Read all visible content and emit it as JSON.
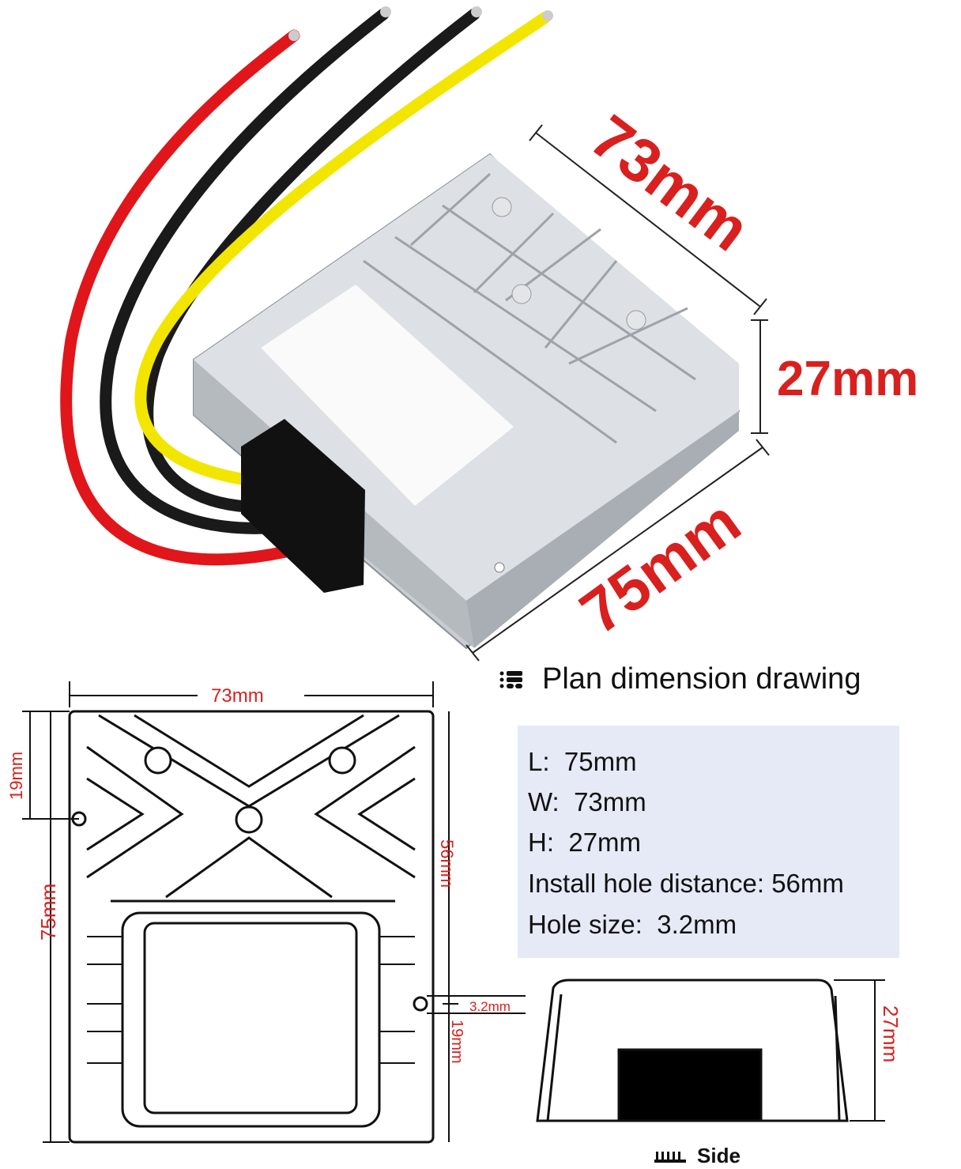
{
  "photo": {
    "dim_width": "73mm",
    "dim_height": "27mm",
    "dim_length": "75mm",
    "wire_colors": [
      "#e0161a",
      "#1a1a1a",
      "#1a1a1a",
      "#f2e600"
    ],
    "body_color": "#c9cdd2"
  },
  "plan": {
    "heading": "Plan dimension drawing",
    "heading_icon": "list-icon",
    "top_width": "73mm",
    "left_19": "19mm",
    "left_75": "75mm",
    "right_56": "56mm",
    "right_19": "19mm",
    "hole": "3.2mm"
  },
  "specs": [
    {
      "label": "L:",
      "value": "75mm"
    },
    {
      "label": "W:",
      "value": "73mm"
    },
    {
      "label": "H:",
      "value": "27mm"
    },
    {
      "label": "Install hole distance:",
      "value": "56mm"
    },
    {
      "label": "Hole size:",
      "value": "3.2mm"
    }
  ],
  "side": {
    "label": "Side",
    "label_icon": "ruler-icon",
    "height": "27mm"
  },
  "colors": {
    "dimension_red": "#d8201e",
    "panel_bg": "#e6eaf7"
  }
}
